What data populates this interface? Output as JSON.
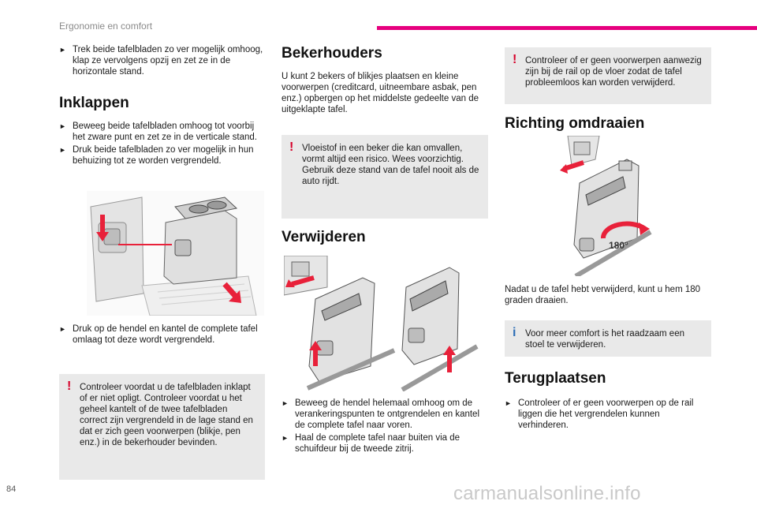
{
  "header": {
    "section": "Ergonomie en comfort",
    "page_number": "84",
    "accent_color": "#e6007e"
  },
  "watermark": "carmanualsonline.info",
  "col1": {
    "bullet_top": "Trek beide tafelbladen zo ver mogelijk omhoog, klap ze vervolgens opzij en zet ze in de horizontale stand.",
    "title": "Inklappen",
    "bullets": [
      "Beweeg beide tafelbladen omhoog tot voorbij het zware punt en zet ze in de verticale stand.",
      "Druk beide tafelbladen zo ver mogelijk in hun behuizing tot ze worden vergrendeld."
    ],
    "bullet_after_fig": "Druk op de hendel en kantel de complete tafel omlaag tot deze wordt vergrendeld.",
    "warning": "Controleer voordat u de tafelbladen inklapt of er niet opligt. Controleer voordat u het geheel kantelt of de twee tafelbladen correct zijn vergrendeld in de lage stand en dat er zich geen voorwerpen (blikje, pen enz.) in de bekerhouder bevinden."
  },
  "col2": {
    "title1": "Bekerhouders",
    "para": "U kunt 2 bekers of blikjes plaatsen en kleine voorwerpen (creditcard, uitneembare asbak, pen enz.) opbergen op het middelste gedeelte van de uitgeklapte tafel.",
    "warning": "Vloeistof in een beker die kan omvallen, vormt altijd een risico. Wees voorzichtig. Gebruik deze stand van de tafel nooit als de auto rijdt.",
    "title2": "Verwijderen",
    "bullets": [
      "Beweeg de hendel helemaal omhoog om de verankeringspunten te ontgrendelen en kantel de complete tafel naar voren.",
      "Haal de complete tafel naar buiten via de schuifdeur bij de tweede zitrij."
    ]
  },
  "col3": {
    "warning": "Controleer of er geen voorwerpen aanwezig zijn bij de rail op de vloer zodat de tafel probleemloos kan worden verwijderd.",
    "title1": "Richting omdraaien",
    "fig_label": "180°",
    "para": "Nadat u de tafel hebt verwijderd, kunt u hem 180 graden draaien.",
    "info": "Voor meer comfort is het raadzaam een stoel te verwijderen.",
    "title2": "Terugplaatsen",
    "bullet": "Controleer of er geen voorwerpen op de rail liggen die het vergrendelen kunnen verhinderen."
  },
  "icons": {
    "bullet": "bullet-arrow-icon",
    "warning": "exclamation-icon",
    "info": "info-icon"
  },
  "colors": {
    "warning": "#d6002a",
    "info": "#2d6fb6",
    "note_bg": "#e9e9e9",
    "arrow": "#e8213a"
  }
}
